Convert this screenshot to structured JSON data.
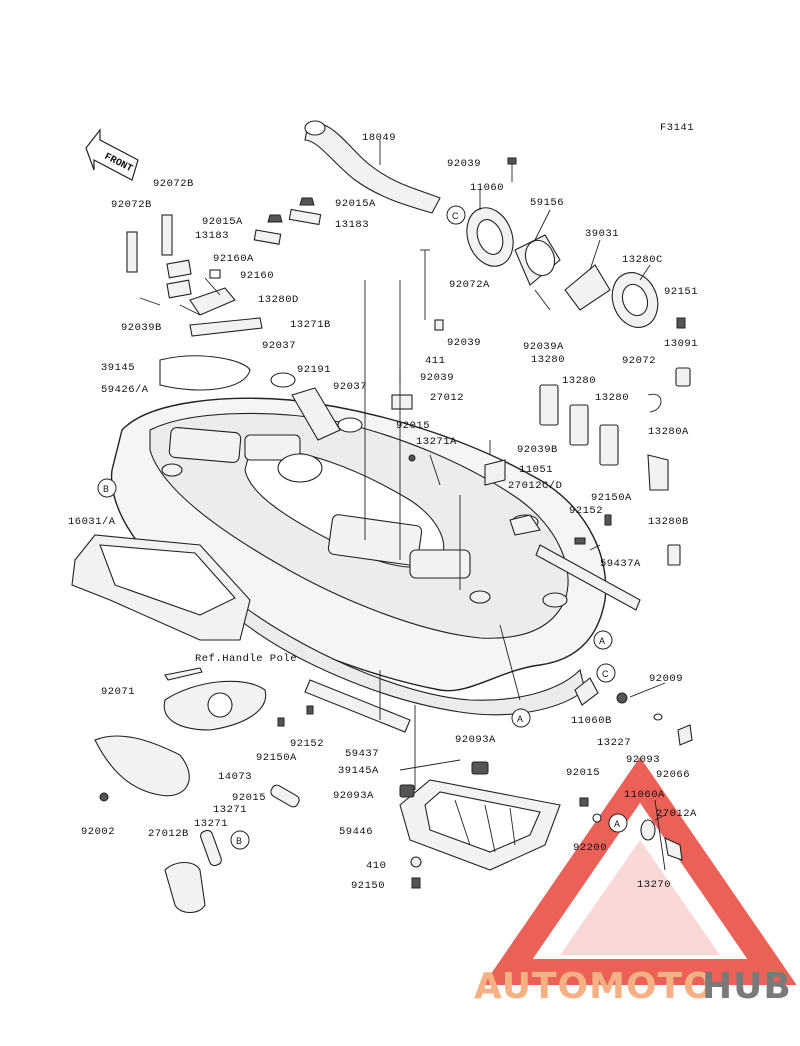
{
  "diagram_id": "F3141",
  "front_label": "FRONT",
  "ref_label": "Ref.Handle Pole",
  "watermark": {
    "part1": "AUTOMOTO",
    "part2": "HUB",
    "color1": "#f5b183",
    "color2": "#7a7a7a",
    "triangle_color": "#e8463a"
  },
  "callouts": {
    "a": "A",
    "b": "B",
    "c": "C"
  },
  "parts": {
    "p18049": "18049",
    "p92039": "92039",
    "p11060": "11060",
    "p59156": "59156",
    "p39031": "39031",
    "p13280C": "13280C",
    "p92151": "92151",
    "p13091": "13091",
    "p92072": "92072",
    "p13280_1": "13280",
    "p13280_2": "13280",
    "p13280_3": "13280",
    "p13280A": "13280A",
    "p92039A": "92039A",
    "p92072B_1": "92072B",
    "p92072B_2": "92072B",
    "p92015A_1": "92015A",
    "p92015A_2": "92015A",
    "p13183_1": "13183",
    "p13183_2": "13183",
    "p92160A": "92160A",
    "p92160": "92160",
    "p13280D": "13280D",
    "p92039B": "92039B",
    "p13271B": "13271B",
    "p92072A": "92072A",
    "p92039_2": "92039",
    "p411": "411",
    "p39145": "39145",
    "p92037_1": "92037",
    "p92191": "92191",
    "p92037_2": "92037",
    "p92039_3": "92039",
    "p27012": "27012",
    "p59426A": "59426/A",
    "p92015": "92015",
    "p13271A": "13271A",
    "p92039B_2": "92039B",
    "p11051": "11051",
    "p27012CD": "27012C/D",
    "p92150A_1": "92150A",
    "p92152_1": "92152",
    "p13280B": "13280B",
    "p16031A": "16031/A",
    "p59437A": "59437A",
    "p92071": "92071",
    "p92150A_2": "92150A",
    "p92152_2": "92152",
    "p59437": "59437",
    "p39145A": "39145A",
    "p92093A_1": "92093A",
    "p92093A_2": "92093A",
    "p14073": "14073",
    "p92015_2": "92015",
    "p13271_1": "13271",
    "p13271_2": "13271",
    "p27012B": "27012B",
    "p92002": "92002",
    "p59446": "59446",
    "p410": "410",
    "p92150": "92150",
    "p92009": "92009",
    "p11060B": "11060B",
    "p13227": "13227",
    "p92093": "92093",
    "p92066": "92066",
    "p92015_3": "92015",
    "p11060A": "11060A",
    "p27012A": "27012A",
    "p92200": "92200",
    "p13270": "13270"
  }
}
